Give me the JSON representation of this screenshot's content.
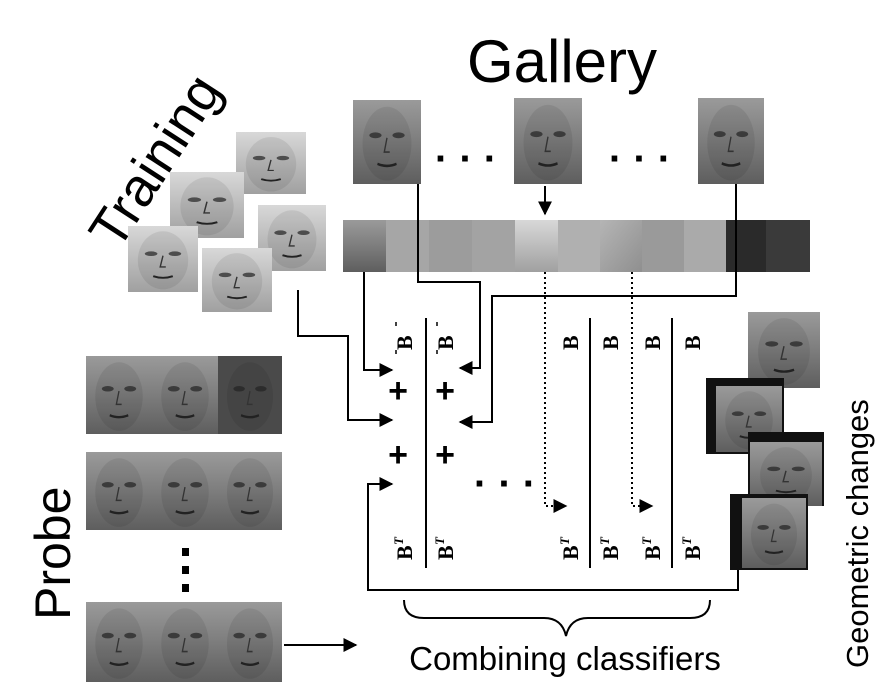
{
  "labels": {
    "gallery": "Gallery",
    "training": "Training",
    "probe": "Probe",
    "geometric_changes": "Geometric changes",
    "combining_classifiers": "Combining classifiers"
  },
  "symbols": {
    "basis": "B",
    "transpose_basis": "B",
    "transpose_superscript": "T",
    "plus": "+",
    "ellipsis": "· · ·",
    "vertical_ellipsis": "⋮"
  },
  "colors": {
    "background": "#ffffff",
    "ink": "#000000",
    "face_light": "#b8b8b8",
    "face_mid": "#8c8c8c",
    "face_dark": "#5a5a5a",
    "filter_gray": "#a8a8a8"
  }
}
